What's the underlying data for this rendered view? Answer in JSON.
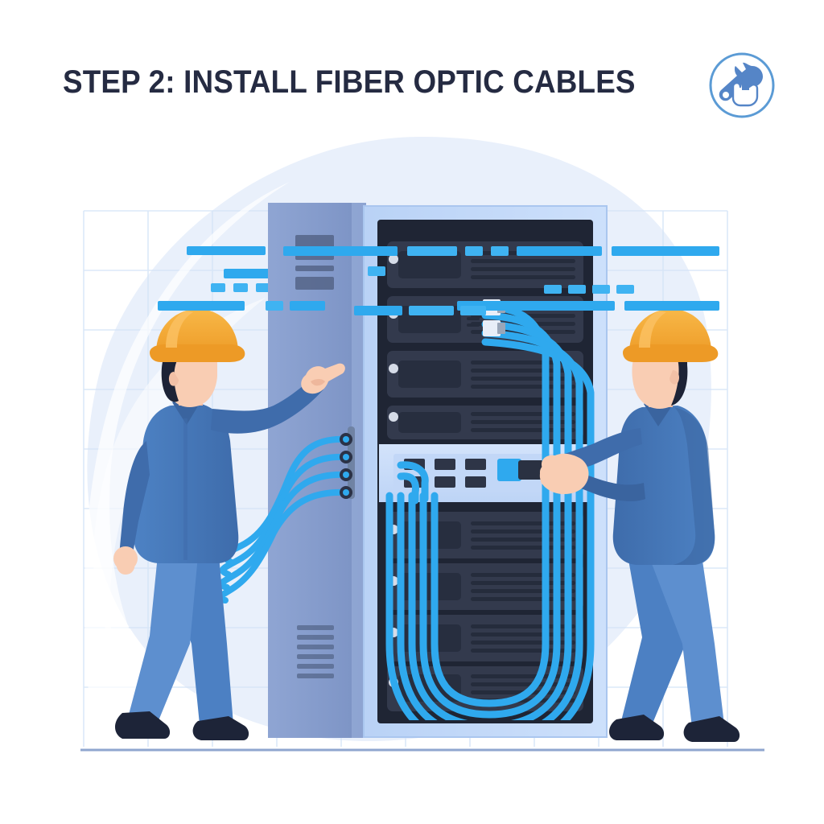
{
  "page": {
    "title": "STEP 2: INSTALL FIBER OPTIC CABLES",
    "background_color": "#ffffff",
    "title_color": "#252b42"
  },
  "badge": {
    "name": "wrench-hand-icon",
    "ring_color": "#5b9bd5",
    "icon_color": "#4e7fc1",
    "fill_color": "#ffffff"
  },
  "scene": {
    "description": "Two technicians installing fiber optic cables into a server rack",
    "blob_color": "#e9f0fb",
    "grid_color": "#dce8f8",
    "floor_color": "#8fa6cf"
  },
  "rack": {
    "frame_color": "#c2d8f7",
    "interior_color": "#1f2534",
    "unit_color": "#333a4d",
    "unit_dark_color": "#2a3142",
    "led_color": "#d6dce8",
    "vent_color": "#252c3c",
    "side_panel_color": "#8299c9",
    "side_panel_light": "#93a8d4",
    "patch_panel_color": "#c7daf7",
    "patch_port_color": "#2e3547",
    "units": [
      {
        "label": "server-unit-1",
        "leds": 1
      },
      {
        "label": "server-unit-2",
        "leds": 1
      },
      {
        "label": "server-unit-3",
        "leds": 1
      },
      {
        "label": "server-unit-4",
        "leds": 1
      },
      {
        "label": "patch-panel",
        "leds": 0
      },
      {
        "label": "server-unit-5",
        "leds": 1
      },
      {
        "label": "server-unit-6",
        "leds": 1
      },
      {
        "label": "server-unit-7",
        "leds": 1
      },
      {
        "label": "server-unit-8",
        "leds": 1
      }
    ]
  },
  "cables": {
    "color": "#2fa9ee",
    "highlight_color": "#57c2f7",
    "count_top_bundle": 5,
    "count_left_bundle": 4,
    "connector_color": "#e8eef8"
  },
  "workers": [
    {
      "name": "worker-left",
      "pose": "pointing at rack",
      "helmet_color": "#f0a02e",
      "helmet_light": "#f7b545",
      "jacket_color": "#4a7fc1",
      "jacket_dark": "#3f6ba8",
      "trouser_color": "#4b7dbe",
      "skin_color": "#f9cdb3",
      "hair_color": "#1d2336",
      "shoe_color": "#1d2438"
    },
    {
      "name": "worker-right",
      "pose": "holding connector at patch panel",
      "helmet_color": "#f0a02e",
      "helmet_light": "#f7b545",
      "jacket_color": "#4a7fc1",
      "jacket_dark": "#3f6ba8",
      "trouser_color": "#4b7dbe",
      "skin_color": "#f9cdb3",
      "hair_color": "#1d2336",
      "shoe_color": "#1d2438"
    }
  ],
  "data_streams": {
    "color": "#2fa9ee",
    "light_color": "#57c2f7",
    "rows": 6
  }
}
